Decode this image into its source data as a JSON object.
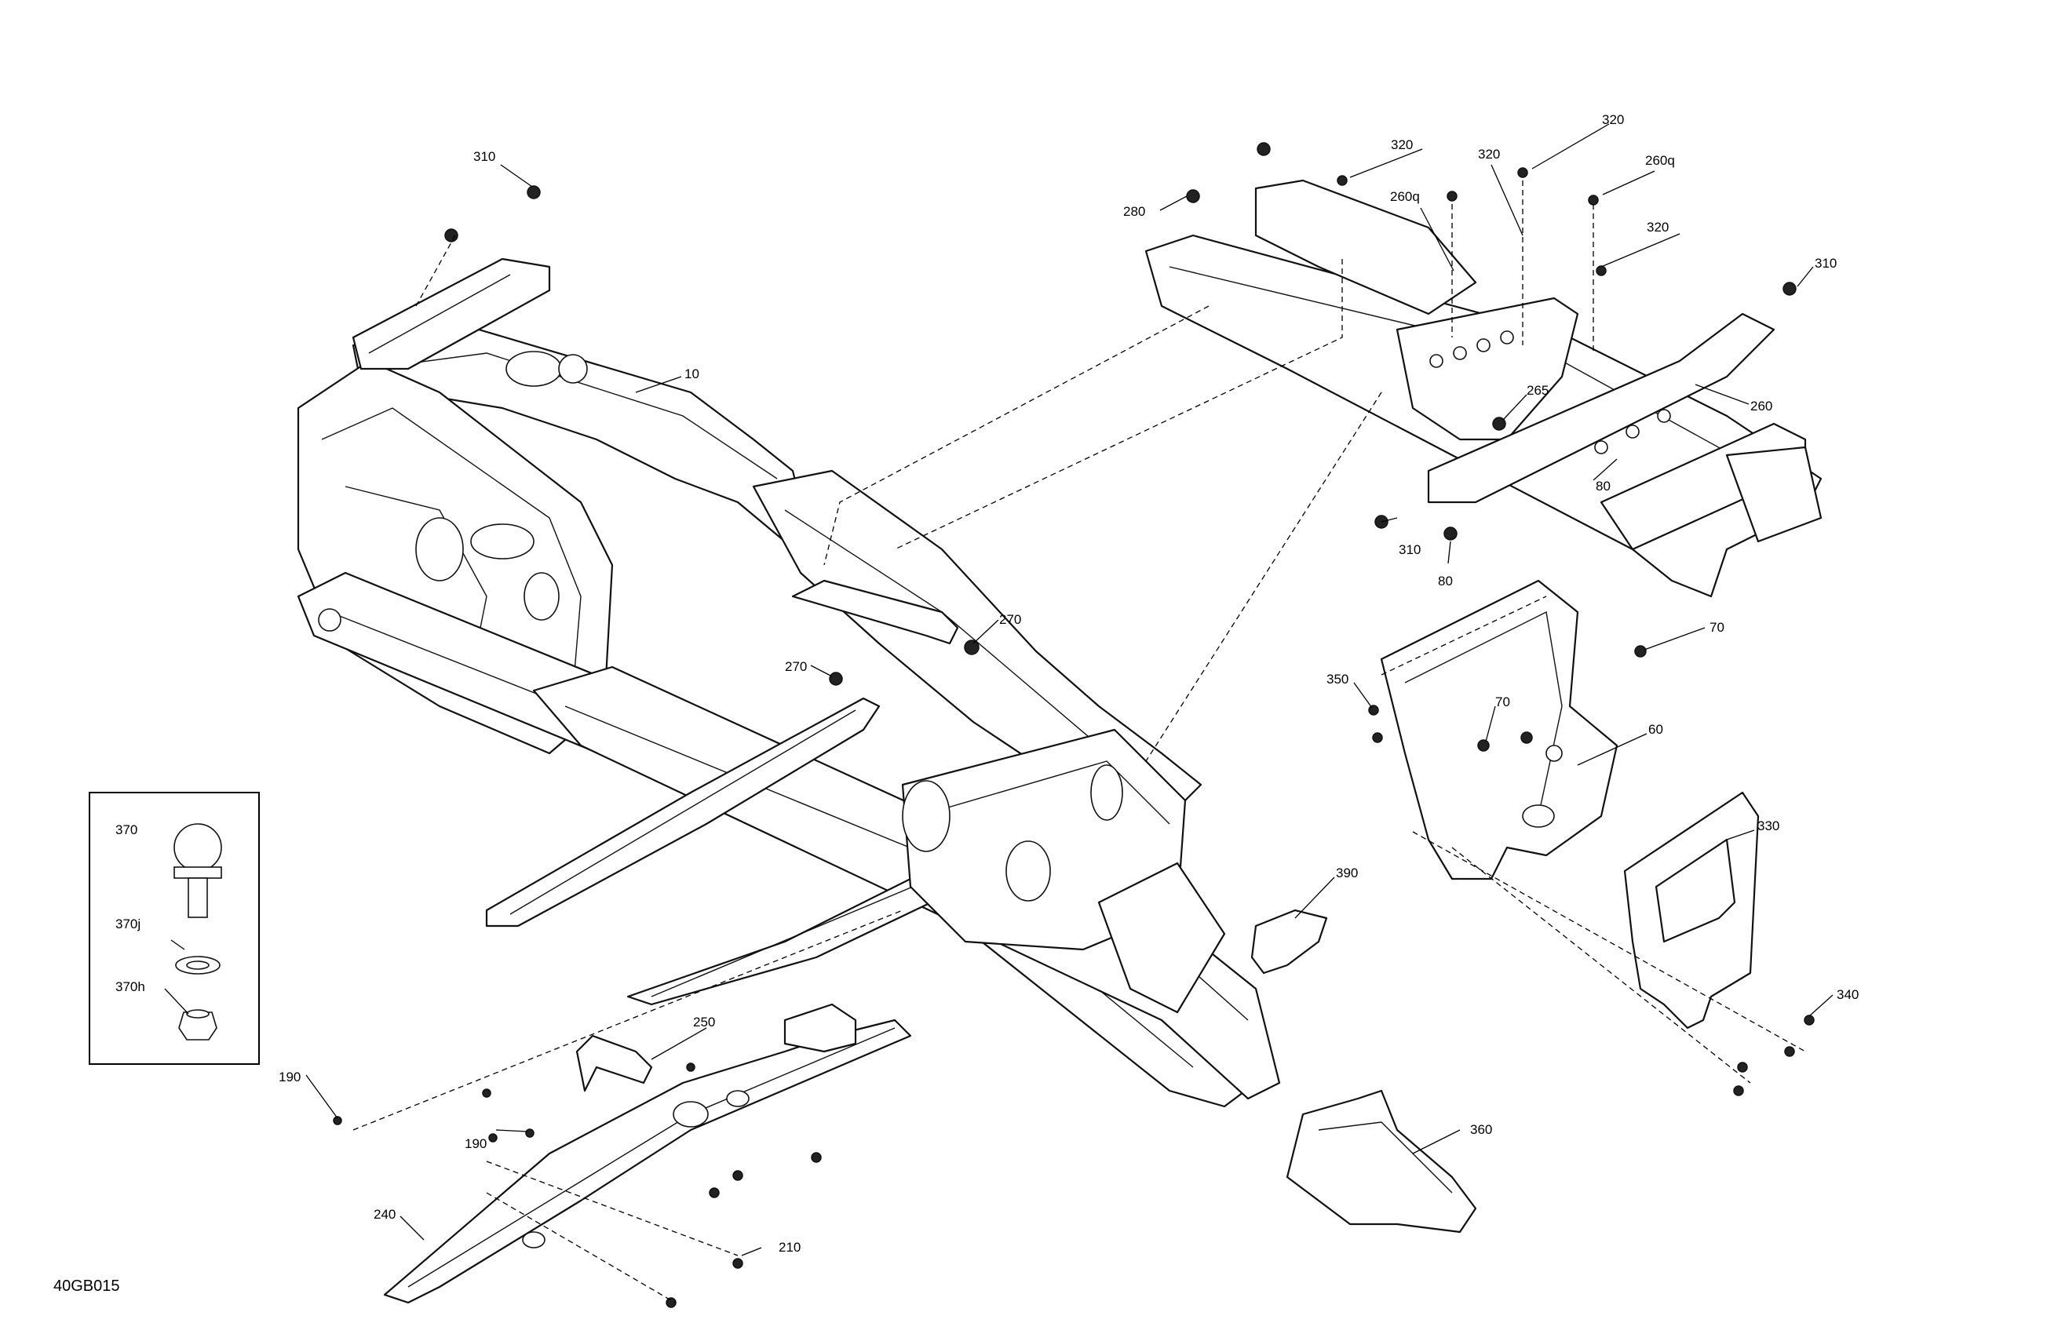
{
  "drawing_id": "40GB015",
  "callouts": {
    "c310_a": "310",
    "c10": "10",
    "c280": "280",
    "c320_a": "320",
    "c320_b": "320",
    "c320_c": "320",
    "c320_d": "320",
    "c260q_a": "260q",
    "c260q_b": "260q",
    "c310_b": "310",
    "c265": "265",
    "c260": "260",
    "c80_a": "80",
    "c310_c": "310",
    "c80_b": "80",
    "c270_a": "270",
    "c270_b": "270",
    "c70_a": "70",
    "c350": "350",
    "c70_b": "70",
    "c60": "60",
    "c330": "330",
    "c390": "390",
    "c340": "340",
    "c370": "370",
    "c370j": "370j",
    "c370h": "370h",
    "c250": "250",
    "c190_a": "190",
    "c190_b": "190",
    "c360": "360",
    "c240": "240",
    "c210": "210"
  }
}
